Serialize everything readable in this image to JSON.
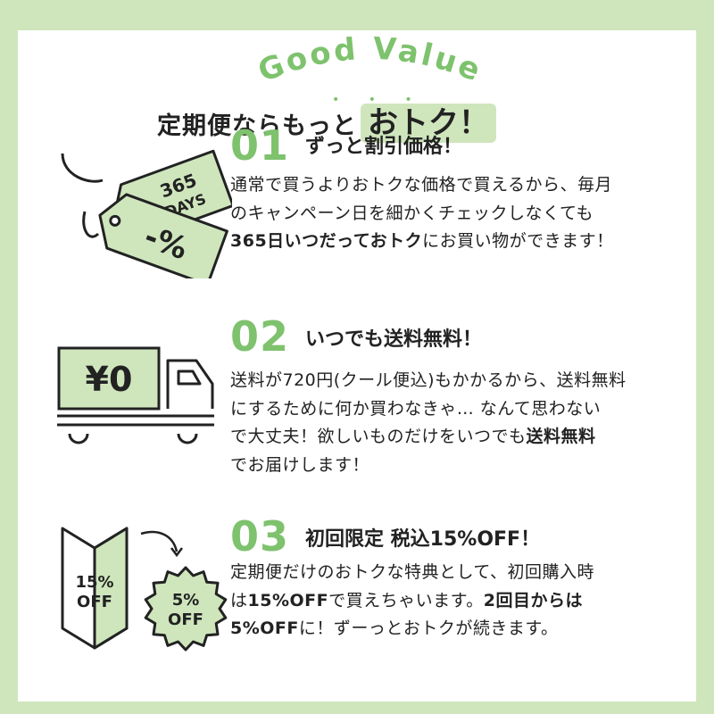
{
  "header": {
    "good_value": "Good Value",
    "dots": "• • •",
    "headline_main": "定期便ならもっと",
    "headline_accent": "おトク！"
  },
  "colors": {
    "background": "#cfe6bd",
    "accent_green": "#7ec26d",
    "tag_fill": "#cfe6bd",
    "text": "#222222"
  },
  "sections": [
    {
      "number": "01",
      "title": "ずっと割引価格！",
      "illustration": "price-tags-icon",
      "tag_top_line1": "365",
      "tag_top_line2": "DAYS",
      "tag_bottom": "-%",
      "lines": [
        [
          "通常で買うよりおトクな価格で買えるから、毎月"
        ],
        [
          "のキャンペーン日を細かくチェックしなくても"
        ],
        [
          "365日いつだっておトク",
          "にお買い物ができます！"
        ]
      ]
    },
    {
      "number": "02",
      "title": "いつでも送料無料！",
      "illustration": "truck-icon",
      "truck_label": "¥0",
      "lines": [
        [
          "送料が720円(クール便込)もかかるから、送料無料"
        ],
        [
          "にするために何か買わなきゃ… なんて思わない"
        ],
        [
          "で大丈夫！欲しいものだけをいつでも",
          "送料無料"
        ],
        [
          "でお届けします！"
        ]
      ]
    },
    {
      "number": "03",
      "title": "初回限定 税込15%OFF！",
      "illustration": "discount-badges-icon",
      "badge_first_line1": "15%",
      "badge_first_line2": "OFF",
      "badge_second_line1": "5%",
      "badge_second_line2": "OFF",
      "lines": [
        [
          "定期便だけのおトクな特典として、初回購入時"
        ],
        [
          "は",
          "15%OFF",
          "で買えちゃいます。",
          "2回目からは"
        ],
        [
          "5%OFF",
          "に！ずーっとおトクが続きます。"
        ]
      ]
    }
  ]
}
